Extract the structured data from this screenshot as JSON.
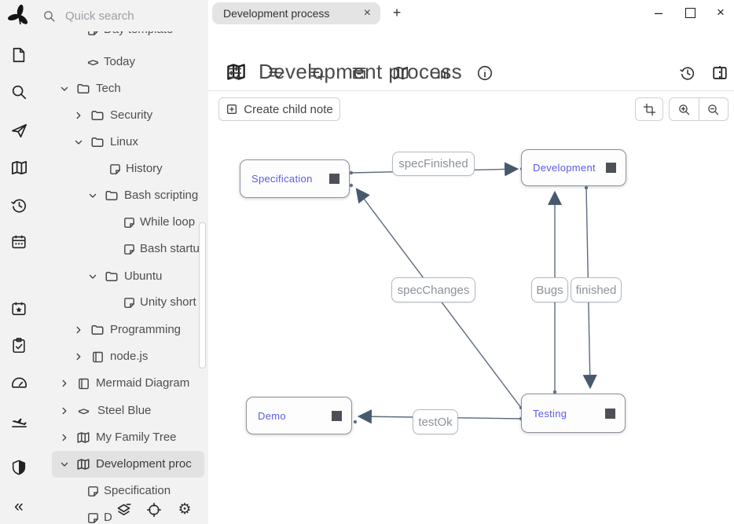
{
  "colors": {
    "pane_bg": "#f2f2f2",
    "selection_bg": "#e2e2e2",
    "node_text": "#5b5be6",
    "edge": "#47596e",
    "label_text": "#8c9298"
  },
  "glyphs": {
    "close": "×",
    "plus": "+",
    "minimize": "–",
    "kebab": "⋮",
    "collapse": "«",
    "gear": "⚙",
    "code": "<>"
  },
  "quick_search": {
    "placeholder": "Quick search"
  },
  "launcher_icons": [
    "trilium-logo",
    "new-note",
    "search",
    "jump-to-note",
    "note-map",
    "recent-changes",
    "calendar",
    "calendar-star",
    "task-list",
    "dashboard",
    "travel",
    "shield",
    "collapse-panel"
  ],
  "tab_bar": {
    "active_tab": "Development process"
  },
  "window_controls": [
    "minimize",
    "maximize",
    "close"
  ],
  "note": {
    "title": "Development process",
    "icon": "map-icon"
  },
  "ribbon_icons": [
    "basic-properties",
    "owned-attributes",
    "inherited-attributes",
    "note-paths",
    "note-map",
    "similar-notes",
    "note-info",
    "note-revisions",
    "more-options"
  ],
  "actions": {
    "create_child_note": "Create child note",
    "canvas_tools": [
      "reset-pan-zoom",
      "zoom-in",
      "zoom-out"
    ]
  },
  "tree_footer_icons": [
    "layers",
    "locate-active-note",
    "settings"
  ],
  "tree": {
    "items": [
      {
        "label": "Day template",
        "icon": "note",
        "level": 2
      },
      {
        "label": "Today",
        "icon": "code",
        "level": 2
      },
      {
        "label": "Tech",
        "icon": "folder",
        "expanded": true,
        "level": 1
      },
      {
        "label": "Security",
        "icon": "folder",
        "expanded": false,
        "level": 2
      },
      {
        "label": "Linux",
        "icon": "folder",
        "expanded": true,
        "level": 2
      },
      {
        "label": "History",
        "icon": "note",
        "level": 3
      },
      {
        "label": "Bash scripting",
        "icon": "folder",
        "expanded": true,
        "level": 3
      },
      {
        "label": "While loop",
        "icon": "note",
        "level": 4
      },
      {
        "label": "Bash startu",
        "icon": "note",
        "level": 4
      },
      {
        "label": "Ubuntu",
        "icon": "folder",
        "expanded": true,
        "level": 3
      },
      {
        "label": "Unity short",
        "icon": "note",
        "level": 4
      },
      {
        "label": "Programming",
        "icon": "folder",
        "expanded": false,
        "level": 2
      },
      {
        "label": "node.js",
        "icon": "book",
        "expanded": false,
        "level": 2
      },
      {
        "label": "Mermaid Diagram",
        "icon": "book",
        "expanded": false,
        "level": 1
      },
      {
        "label": "Steel Blue",
        "icon": "code",
        "expanded": false,
        "level": 1
      },
      {
        "label": "My Family Tree",
        "icon": "map",
        "expanded": false,
        "level": 1
      },
      {
        "label": "Development proc",
        "icon": "map",
        "expanded": true,
        "selected": true,
        "level": 1
      },
      {
        "label": "Specification",
        "icon": "note",
        "level": 2
      },
      {
        "label": "D",
        "icon": "note",
        "level": 2
      }
    ]
  },
  "diagram": {
    "type": "relation-map",
    "nodes": [
      {
        "label": "Specification"
      },
      {
        "label": "Development"
      },
      {
        "label": "Demo"
      },
      {
        "label": "Testing"
      }
    ],
    "edges": [
      {
        "label": "specFinished",
        "from": "Specification",
        "to": "Development"
      },
      {
        "label": "specChanges",
        "from": "Testing",
        "to": "Specification"
      },
      {
        "label": "Bugs",
        "from": "Testing",
        "to": "Development"
      },
      {
        "label": "finished",
        "from": "Development",
        "to": "Testing"
      },
      {
        "label": "testOk",
        "from": "Testing",
        "to": "Demo"
      }
    ]
  }
}
